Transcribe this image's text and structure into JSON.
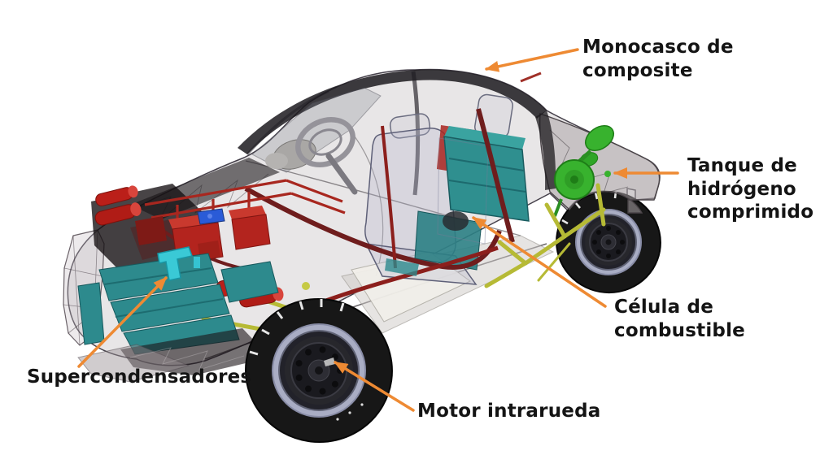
{
  "diagram": {
    "description": "Cutaway CAD illustration of a hydrogen fuel-cell concept car with labelled components",
    "labels": {
      "monocasco": "Monocasco de composite",
      "tanque": "Tanque de\nhidrógeno\ncomprimido",
      "celula": "Célula de\ncombustible",
      "motor": "Motor intrarueda",
      "supercondensadores": "Supercondensadores"
    },
    "colors": {
      "arrow_orange": "#ee8a33",
      "label_text": "#141414",
      "body_shell_gray": "#b4adb1",
      "frame_red": "#b3241e",
      "supercap_teal": "#2d8a8d",
      "supercap_highlight_cyan": "#3ac9d6",
      "fuel_cell_teal": "#2f8f8f",
      "hydrogen_green": "#38b22e",
      "rear_frame_yellow": "#b6ba35",
      "hose_dark_red": "#6f1d1d",
      "electronics_blue": "#2a5bd7",
      "tire_black": "#171717",
      "rim_lavender": "#a9adc4"
    }
  }
}
